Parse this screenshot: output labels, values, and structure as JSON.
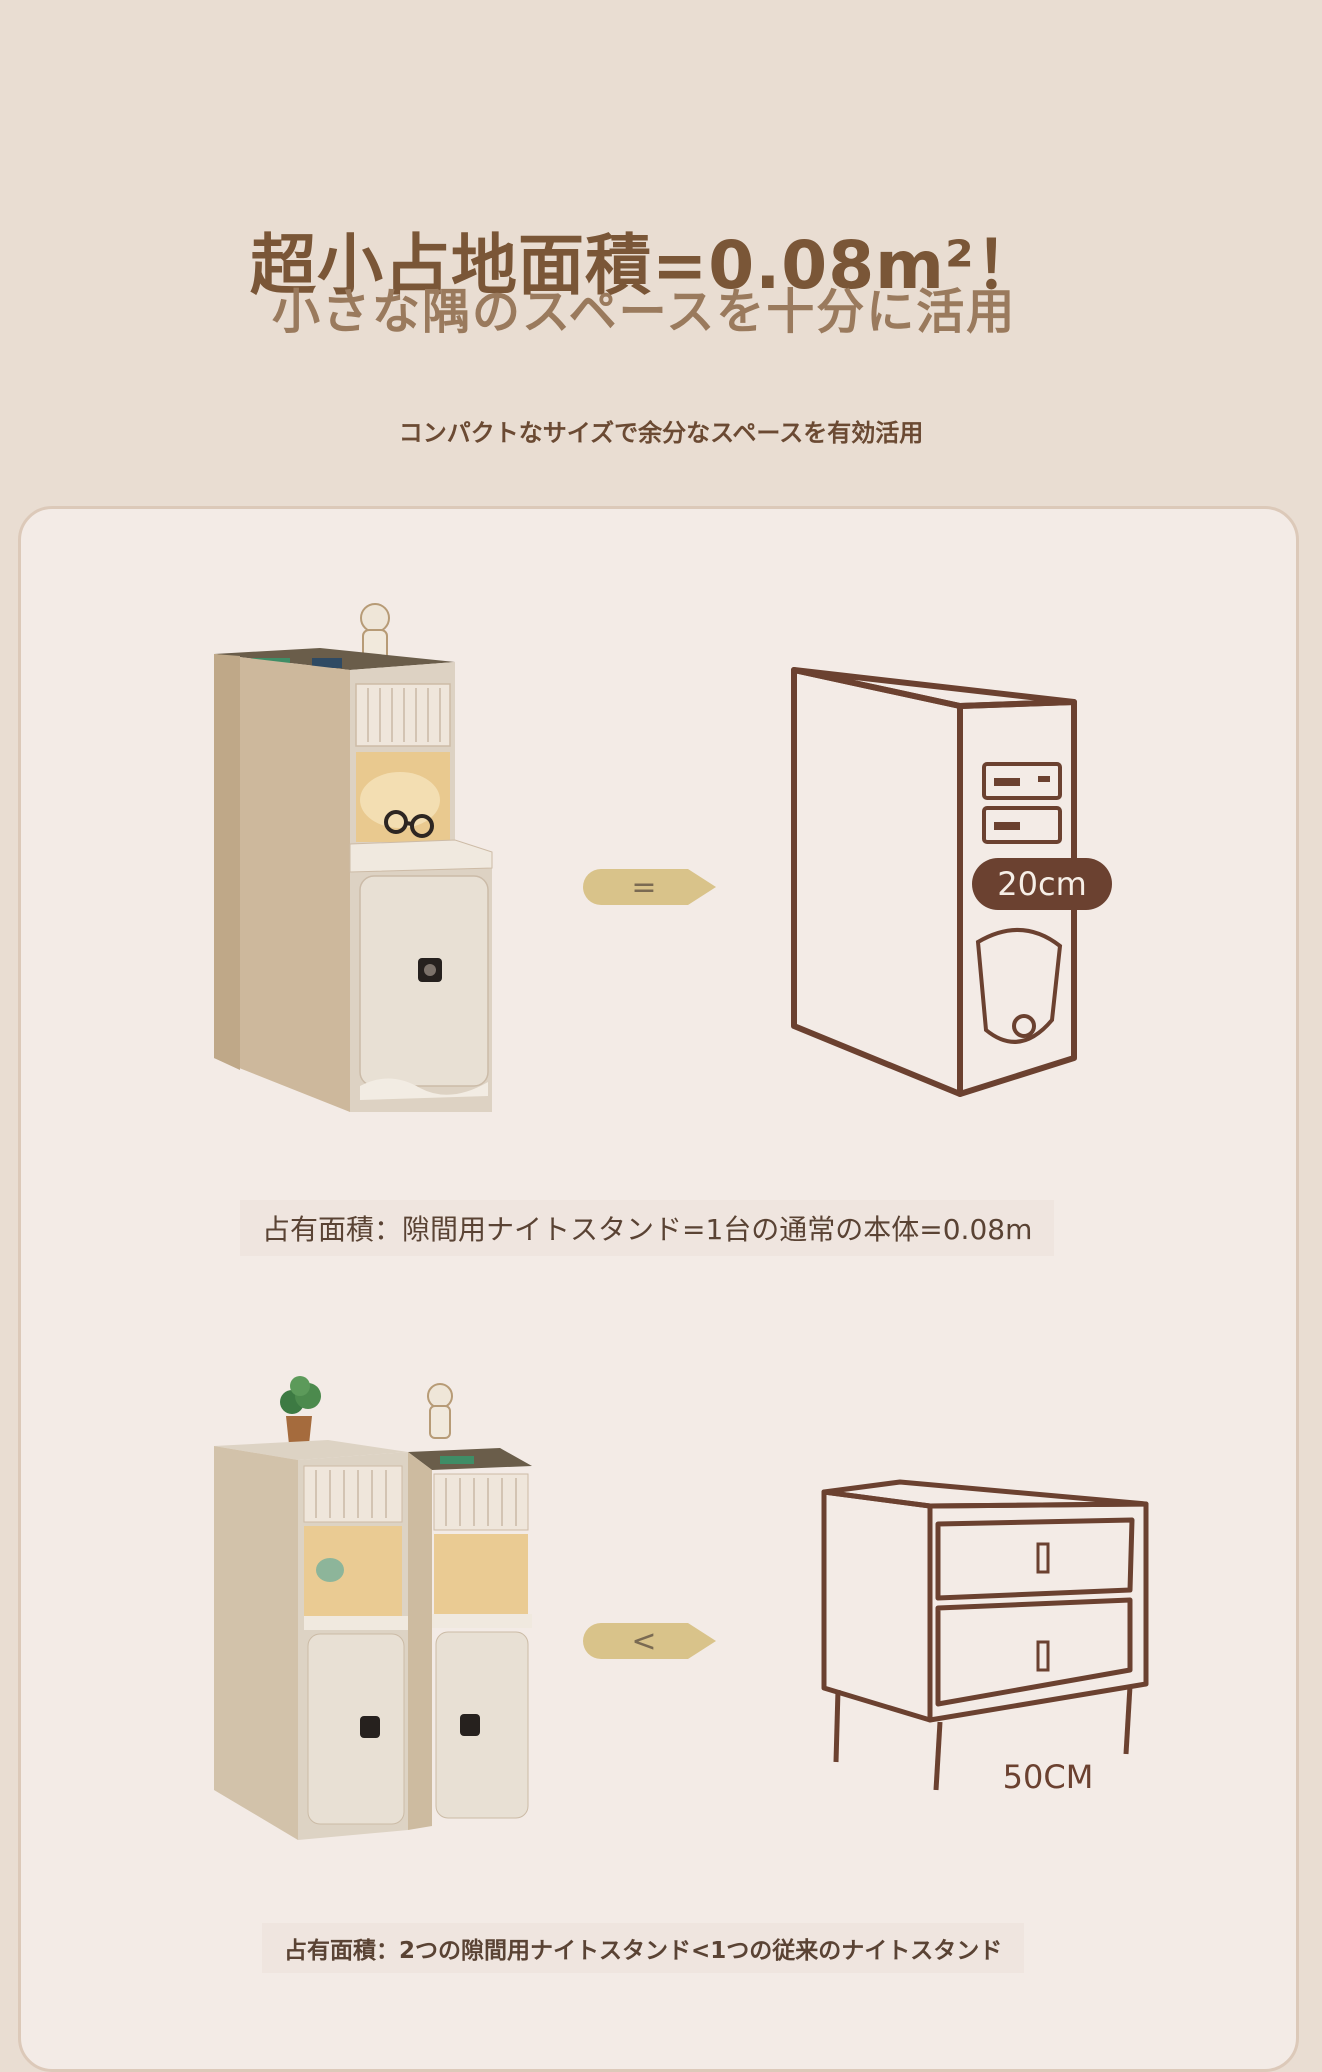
{
  "header": {
    "headline": "超小占地面積=0.08m²！",
    "subheadline": "小さな隅のスペースを十分に活用",
    "caption": "コンパクトなサイズで余分なスペースを有効活用"
  },
  "comparison_1": {
    "operator": "=",
    "dimension_label": "20cm",
    "note": "占有面積：隙間用ナイトスタンド=1台の通常の本体=0.08m"
  },
  "comparison_2": {
    "operator": "<",
    "dimension_label": "50CM",
    "note": "占有面積：2つの隙間用ナイトスタンド<1つの従来のナイトスタンド"
  },
  "colors": {
    "background": "#e9ddd2",
    "panel": "#f3ebe6",
    "title_brown": "#7a5637",
    "operator_gold": "#d9c38a",
    "line_brown": "#6b4130"
  }
}
